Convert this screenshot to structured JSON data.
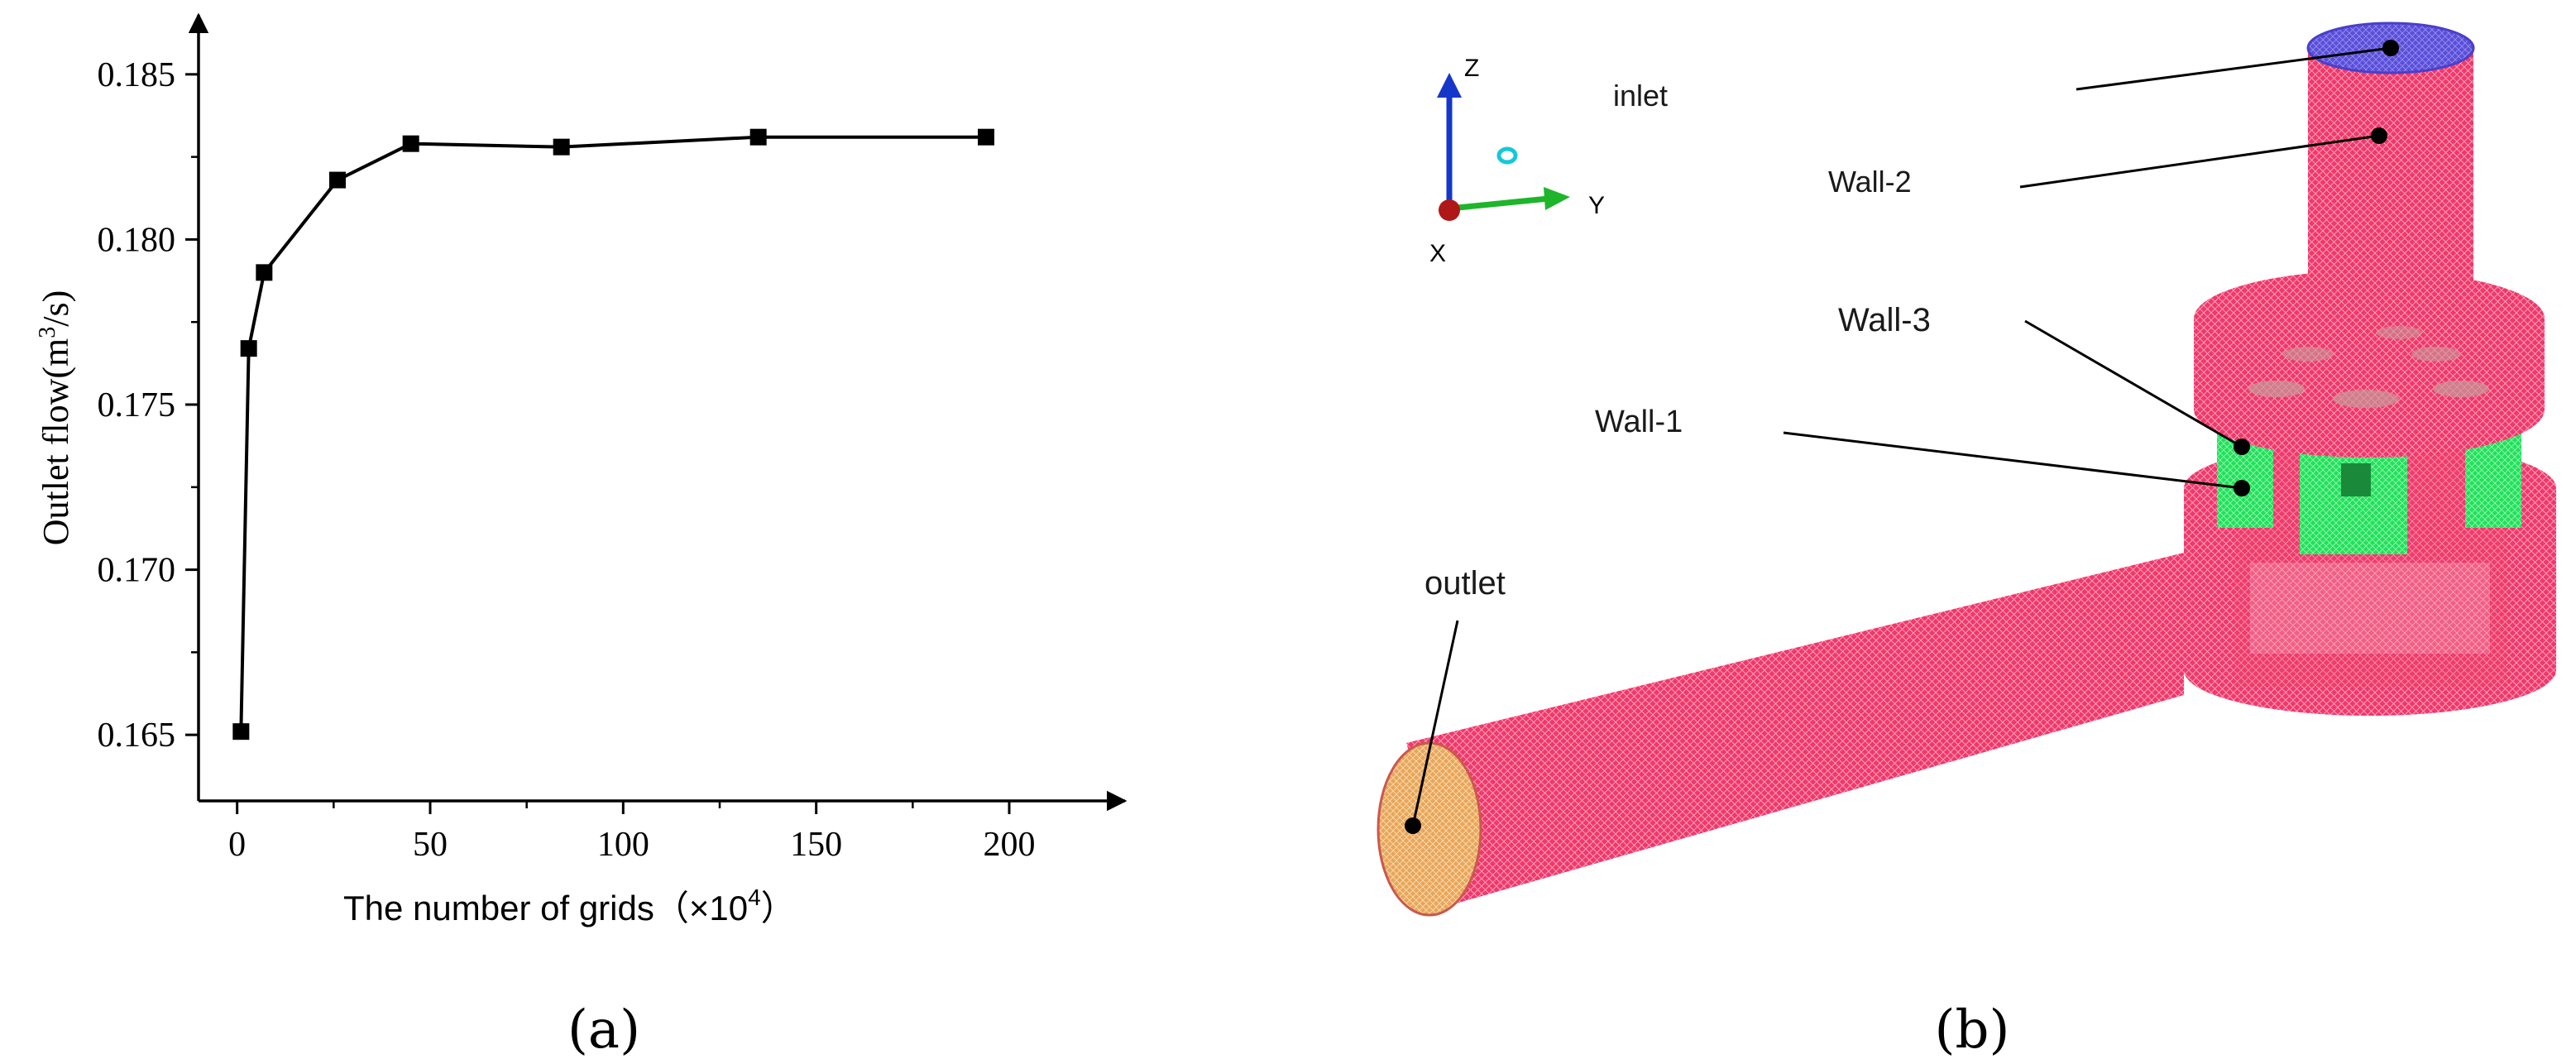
{
  "panels": {
    "a_label": "(a)",
    "b_label": "(b)"
  },
  "chart_data": {
    "type": "line",
    "x": [
      1,
      3,
      7,
      26,
      45,
      84,
      135,
      194
    ],
    "series": [
      {
        "values": [
          0.1651,
          0.1767,
          0.179,
          0.1818,
          0.1829,
          0.1828,
          0.1831,
          0.1831
        ]
      }
    ],
    "xlabel": "The number of grids（×10",
    "xlabel_sup": "4",
    "xlabel_close": "）",
    "ylabel": "Outlet flow(m",
    "ylabel_sup": "3",
    "ylabel_tail": "/s)",
    "xticks": [
      0,
      50,
      100,
      150,
      200
    ],
    "xtick_labels": [
      "0",
      "50",
      "100",
      "150",
      "200"
    ],
    "yticks": [
      0.165,
      0.17,
      0.175,
      0.18,
      0.185
    ],
    "ytick_labels": [
      "0.165",
      "0.170",
      "0.175",
      "0.180",
      "0.185"
    ],
    "xlim": [
      -10,
      230
    ],
    "ylim": [
      0.163,
      0.1868
    ],
    "grid": false,
    "marker": "square",
    "line_color": "#000000"
  },
  "model": {
    "axes": {
      "z": "Z",
      "y": "Y",
      "x": "X"
    },
    "labels": {
      "inlet": "inlet",
      "wall2": "Wall-2",
      "wall3": "Wall-3",
      "wall1": "Wall-1",
      "outlet": "outlet"
    },
    "colors": {
      "mesh": "#f0386b",
      "inlet_face": "#5a4fd8",
      "outlet_face": "#e8a65a",
      "wall3_green": "#22e05a",
      "axis_z": "#1537c9",
      "axis_y": "#1fb52b",
      "axis_x": "#b01818",
      "marker_cyan": "#14c8d8"
    }
  }
}
